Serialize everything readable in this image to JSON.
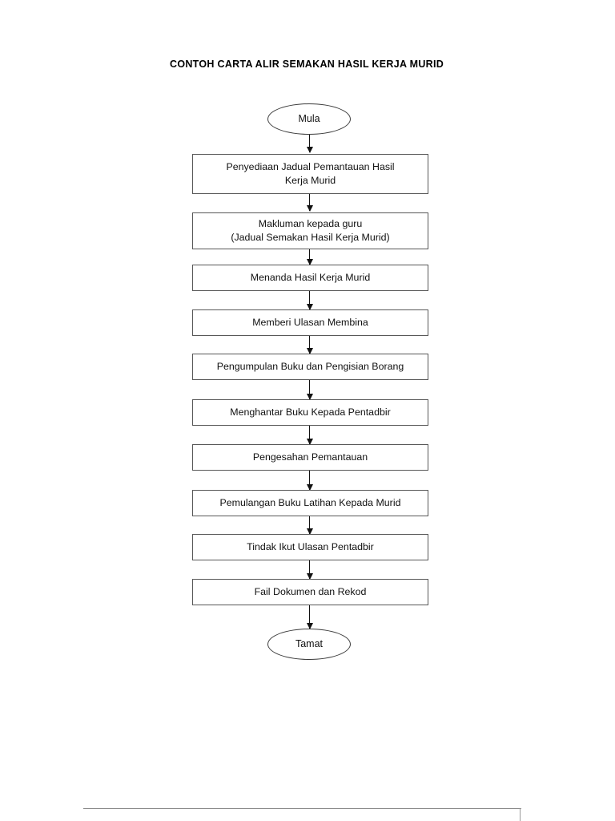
{
  "document": {
    "title": "CONTOH CARTA ALIR SEMAKAN HASIL KERJA MURID",
    "background_color": "#ffffff",
    "text_color": "#111111",
    "border_color": "#585858"
  },
  "flowchart": {
    "type": "flowchart",
    "orientation": "top-to-bottom",
    "nodes": [
      {
        "id": "start",
        "shape": "ellipse",
        "label": "Mula"
      },
      {
        "id": "step1",
        "shape": "rectangle",
        "label": "Penyediaan Jadual Pemantauan Hasil\nKerja Murid"
      },
      {
        "id": "step2",
        "shape": "rectangle",
        "label": "Makluman kepada guru\n(Jadual Semakan Hasil Kerja Murid)"
      },
      {
        "id": "step3",
        "shape": "rectangle",
        "label": "Menanda Hasil Kerja Murid"
      },
      {
        "id": "step4",
        "shape": "rectangle",
        "label": "Memberi Ulasan Membina"
      },
      {
        "id": "step5",
        "shape": "rectangle",
        "label": "Pengumpulan Buku dan Pengisian Borang"
      },
      {
        "id": "step6",
        "shape": "rectangle",
        "label": "Menghantar Buku Kepada Pentadbir"
      },
      {
        "id": "step7",
        "shape": "rectangle",
        "label": "Pengesahan Pemantauan"
      },
      {
        "id": "step8",
        "shape": "rectangle",
        "label": "Pemulangan Buku Latihan Kepada Murid"
      },
      {
        "id": "step9",
        "shape": "rectangle",
        "label": "Tindak Ikut Ulasan Pentadbir"
      },
      {
        "id": "step10",
        "shape": "rectangle",
        "label": "Fail Dokumen dan Rekod"
      },
      {
        "id": "end",
        "shape": "ellipse",
        "label": "Tamat"
      }
    ],
    "edges": [
      {
        "from": "start",
        "to": "step1",
        "arrow": "down"
      },
      {
        "from": "step1",
        "to": "step2",
        "arrow": "down"
      },
      {
        "from": "step2",
        "to": "step3",
        "arrow": "down"
      },
      {
        "from": "step3",
        "to": "step4",
        "arrow": "down"
      },
      {
        "from": "step4",
        "to": "step5",
        "arrow": "down"
      },
      {
        "from": "step5",
        "to": "step6",
        "arrow": "down"
      },
      {
        "from": "step6",
        "to": "step7",
        "arrow": "down"
      },
      {
        "from": "step7",
        "to": "step8",
        "arrow": "down"
      },
      {
        "from": "step8",
        "to": "step9",
        "arrow": "down"
      },
      {
        "from": "step9",
        "to": "step10",
        "arrow": "down"
      },
      {
        "from": "step10",
        "to": "end",
        "arrow": "down"
      }
    ]
  }
}
